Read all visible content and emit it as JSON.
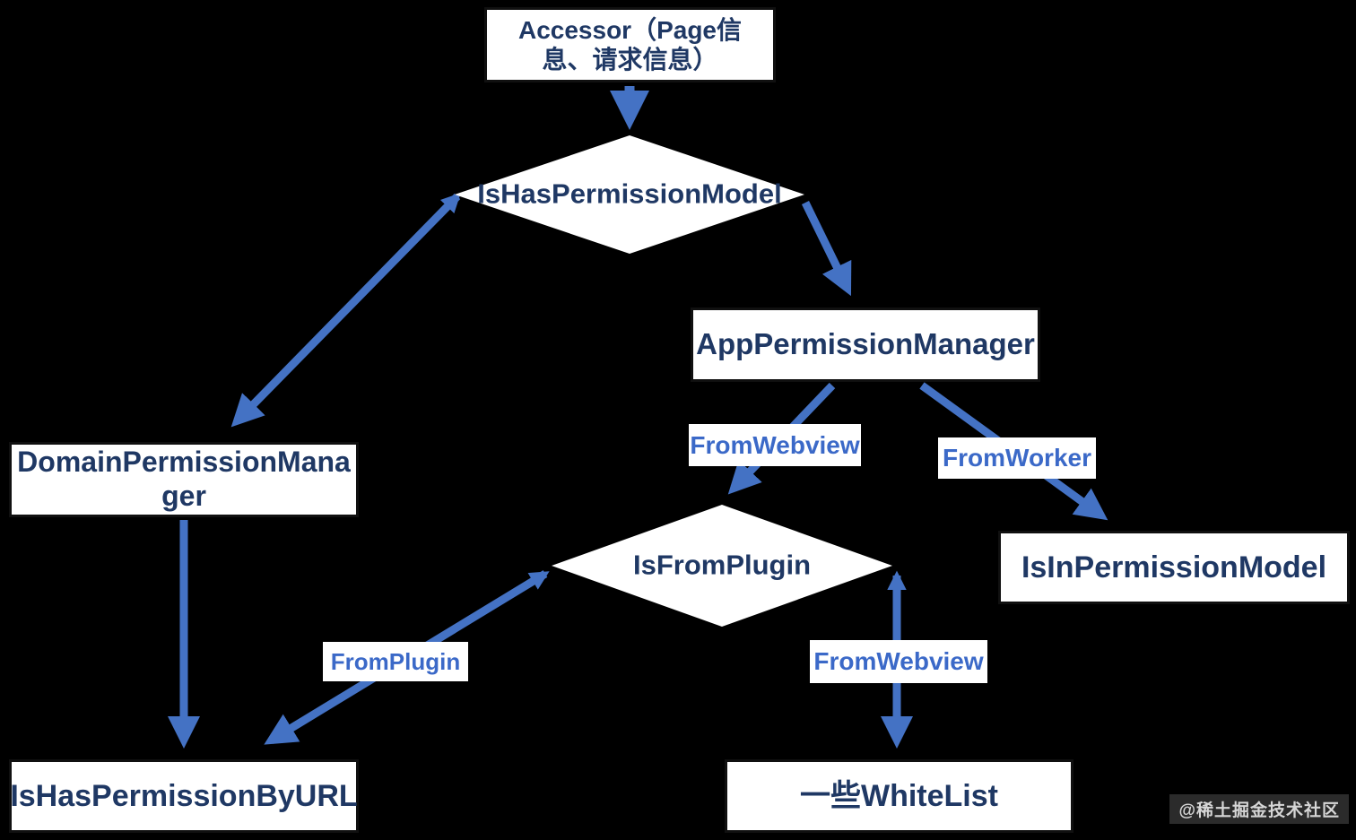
{
  "canvas": {
    "background": "#000000"
  },
  "colors": {
    "node_fill": "#ffffff",
    "node_border": "#101010",
    "node_text": "#1f3864",
    "edge": "#4472c4",
    "edge_label_text": "#3b69c8",
    "edge_label_bg": "#ffffff",
    "watermark_text": "#d6d6d6"
  },
  "nodes": {
    "accessor": {
      "shape": "rectangle",
      "label": "Accessor（Page信\n息、请求信息）"
    },
    "is_has_permission_model": {
      "shape": "diamond",
      "label": "IsHasPermissionModel"
    },
    "app_permission_manager": {
      "shape": "rectangle",
      "label": "AppPermissionManager"
    },
    "domain_permission_manager": {
      "shape": "rectangle",
      "label": "DomainPermissionMana\nger"
    },
    "is_from_plugin": {
      "shape": "diamond",
      "label": "IsFromPlugin"
    },
    "is_in_permission_model": {
      "shape": "rectangle",
      "label": "IsInPermissionModel"
    },
    "is_has_permission_by_url": {
      "shape": "rectangle",
      "label": "IsHasPermissionByURL"
    },
    "some_whitelist": {
      "shape": "rectangle",
      "label": "一些WhiteList"
    }
  },
  "edge_labels": {
    "from_webview_upper": "FromWebview",
    "from_worker": "FromWorker",
    "from_plugin": "FromPlugin",
    "from_webview_lower": "FromWebview"
  },
  "edges": [
    {
      "from": "accessor",
      "to": "is_has_permission_model",
      "label": ""
    },
    {
      "from": "is_has_permission_model",
      "to": "domain_permission_manager",
      "label": ""
    },
    {
      "from": "is_has_permission_model",
      "to": "app_permission_manager",
      "label": ""
    },
    {
      "from": "app_permission_manager",
      "to": "is_from_plugin",
      "label": "FromWebview"
    },
    {
      "from": "app_permission_manager",
      "to": "is_in_permission_model",
      "label": "FromWorker"
    },
    {
      "from": "is_from_plugin",
      "to": "is_has_permission_by_url",
      "label": "FromPlugin"
    },
    {
      "from": "is_from_plugin",
      "to": "some_whitelist",
      "label": "FromWebview"
    },
    {
      "from": "domain_permission_manager",
      "to": "is_has_permission_by_url",
      "label": ""
    }
  ],
  "watermark": "@稀土掘金技术社区"
}
